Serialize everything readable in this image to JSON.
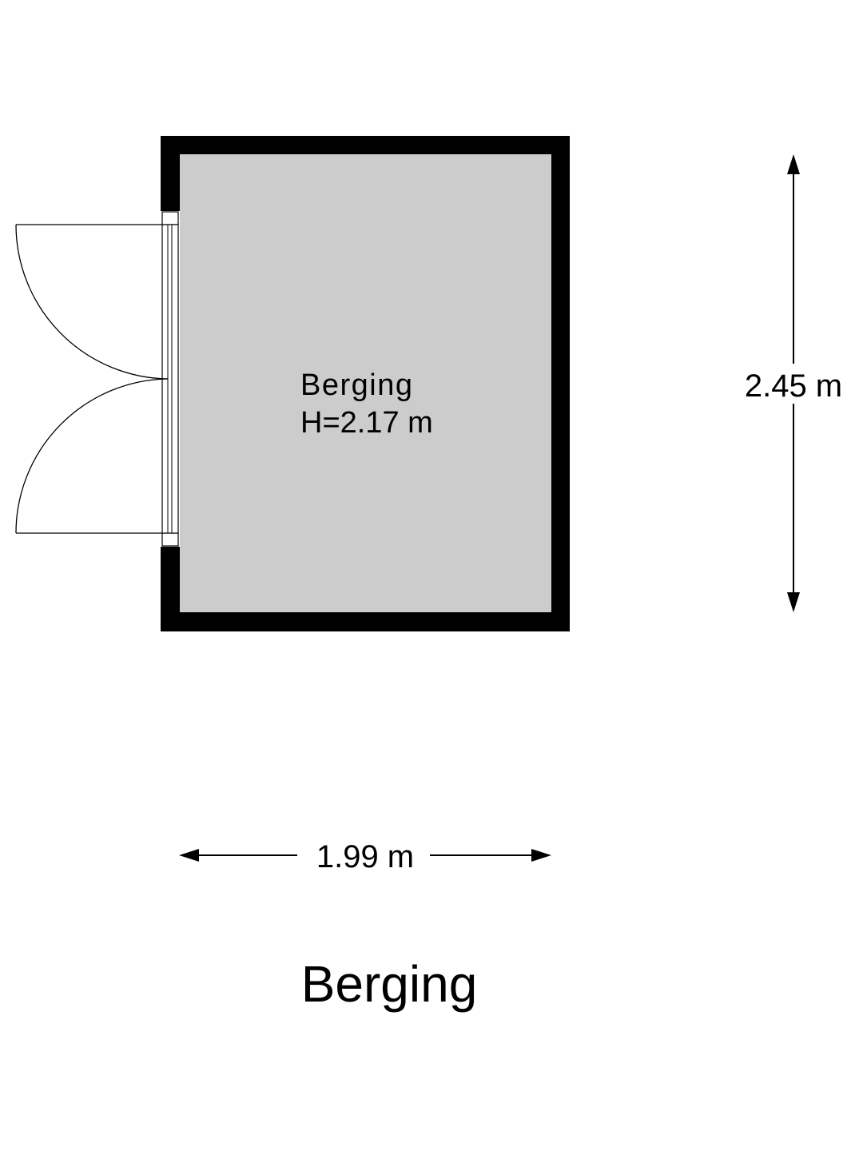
{
  "room": {
    "name": "Berging",
    "height_label": "H=2.17 m",
    "floor_color": "#cccccc",
    "wall_color": "#000000"
  },
  "dimensions": {
    "width_label": "1.99 m",
    "depth_label": "2.45 m"
  },
  "plan_title": "Berging"
}
